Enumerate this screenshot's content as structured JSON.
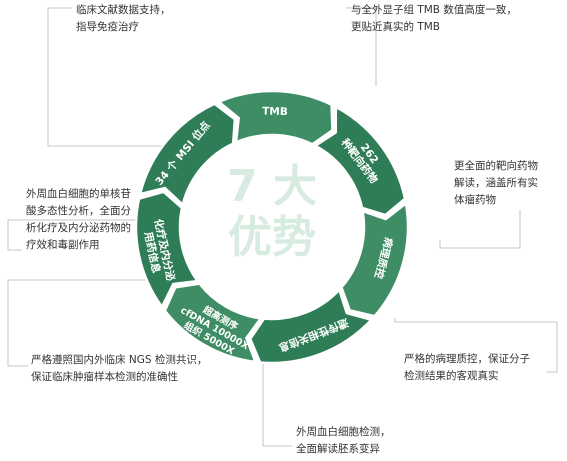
{
  "center": {
    "line1": "7 大",
    "line2": "优势"
  },
  "segments": [
    {
      "id": "msi",
      "lines": [
        "34 个 MSI 位点"
      ]
    },
    {
      "id": "tmb",
      "lines": [
        "TMB"
      ]
    },
    {
      "id": "targets",
      "lines": [
        "262",
        "种靶向药物"
      ]
    },
    {
      "id": "pathology",
      "lines": [
        "病理质控"
      ]
    },
    {
      "id": "germline",
      "lines": [
        "遗传性相关信息"
      ]
    },
    {
      "id": "depth",
      "lines": [
        "超高测序",
        "cfDNA 10000X",
        "组织 5000X"
      ]
    },
    {
      "id": "chemo",
      "lines": [
        "化疗及内分泌",
        "用药信息"
      ]
    }
  ],
  "notes": {
    "top_left": [
      "临床文献数据支持，",
      "指导免疫治疗"
    ],
    "top_right": [
      "与全外显子组 TMB 数值高度一致，",
      "更贴近真实的 TMB"
    ],
    "right_upper": [
      "更全面的靶向药物",
      "解读，涵盖所有实",
      "体瘤药物"
    ],
    "left_mid": [
      "外周血白细胞的单核苷",
      "酸多态性分析，全面分",
      "析化疗及内分泌药物的",
      "疗效和毒副作用"
    ],
    "left_bottom": [
      "严格遵照国内外临床 NGS 检测共识，",
      "保证临床肿瘤样本检测的准确性"
    ],
    "right_bottom": [
      "严格的病理质控，保证分子",
      "检测结果的客观真实"
    ],
    "bottom": [
      "外周血白细胞检测，",
      "全面解读胚系变异"
    ]
  },
  "colors": {
    "ring": "#2f7d57",
    "ring_light": "#3e8d64",
    "center_text": "#d7ebe0",
    "line": "#bfc9c3"
  }
}
